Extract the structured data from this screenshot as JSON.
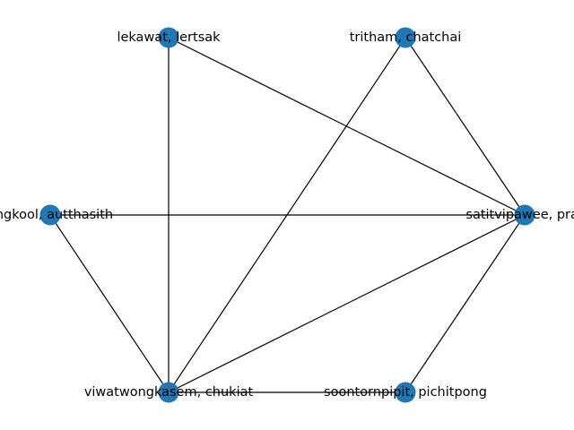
{
  "graph": {
    "node_color": "#1f77b4",
    "edge_color": "#000000",
    "background": "#ffffff",
    "nodes": [
      {
        "id": "lekawat",
        "label": "lekawat, lertsak"
      },
      {
        "id": "tritham",
        "label": "tritham, chatchai"
      },
      {
        "id": "angkool",
        "label": "angkool, autthasith"
      },
      {
        "id": "satitvipawee",
        "label": "satitvipawee, prat"
      },
      {
        "id": "viwatwongkasem",
        "label": "viwatwongkasem, chukiat"
      },
      {
        "id": "soontornpipit",
        "label": "soontornpipit, pichitpong"
      }
    ],
    "edges": [
      {
        "source": "lekawat",
        "target": "satitvipawee"
      },
      {
        "source": "lekawat",
        "target": "viwatwongkasem"
      },
      {
        "source": "tritham",
        "target": "satitvipawee"
      },
      {
        "source": "tritham",
        "target": "viwatwongkasem"
      },
      {
        "source": "angkool",
        "target": "satitvipawee"
      },
      {
        "source": "angkool",
        "target": "viwatwongkasem"
      },
      {
        "source": "satitvipawee",
        "target": "viwatwongkasem"
      },
      {
        "source": "satitvipawee",
        "target": "soontornpipit"
      },
      {
        "source": "viwatwongkasem",
        "target": "soontornpipit"
      }
    ]
  }
}
